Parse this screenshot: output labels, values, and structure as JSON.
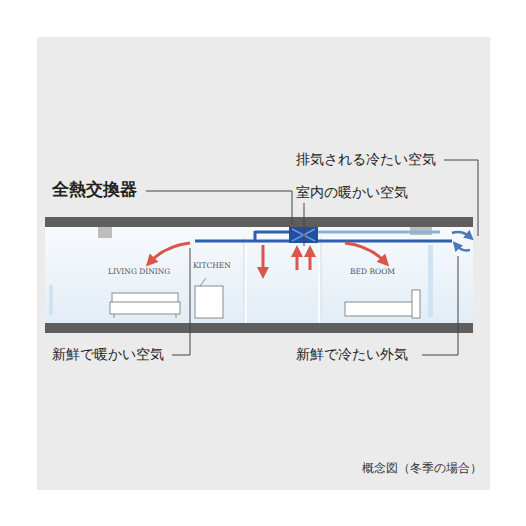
{
  "diagram": {
    "caption": "概念図（冬季の場合）",
    "labels": [
      "全熱交換器",
      "排気される冷たい空気",
      "室内の暖かい空気",
      "LIVING DINING",
      "KITCHEN",
      "BED ROOM",
      "新鮮で暖かい空気",
      "新鮮で冷たい外気"
    ]
  }
}
